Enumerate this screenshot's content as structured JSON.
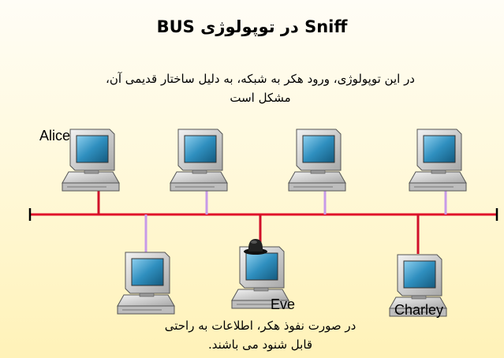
{
  "title": "Sniff در توپولوژی BUS",
  "description": "در این توپولوژی، ورود هکر به شبکه، به دلیل ساختار قدیمی آن، مشکل است",
  "note": "در صورت نفوذ هکر، اطلاعات به راحتی قابل شنود می باشند.",
  "labels": {
    "alice": "Alice",
    "eve": "Eve",
    "charley": "Charley"
  },
  "colors": {
    "bus": "#e0102a",
    "drop_top_red": "#d0102a",
    "drop_lavender": "#c79ae8",
    "monitor_screen": "#1f7fa8"
  },
  "icons": [
    "computer-icon",
    "hacker-hat-icon"
  ]
}
